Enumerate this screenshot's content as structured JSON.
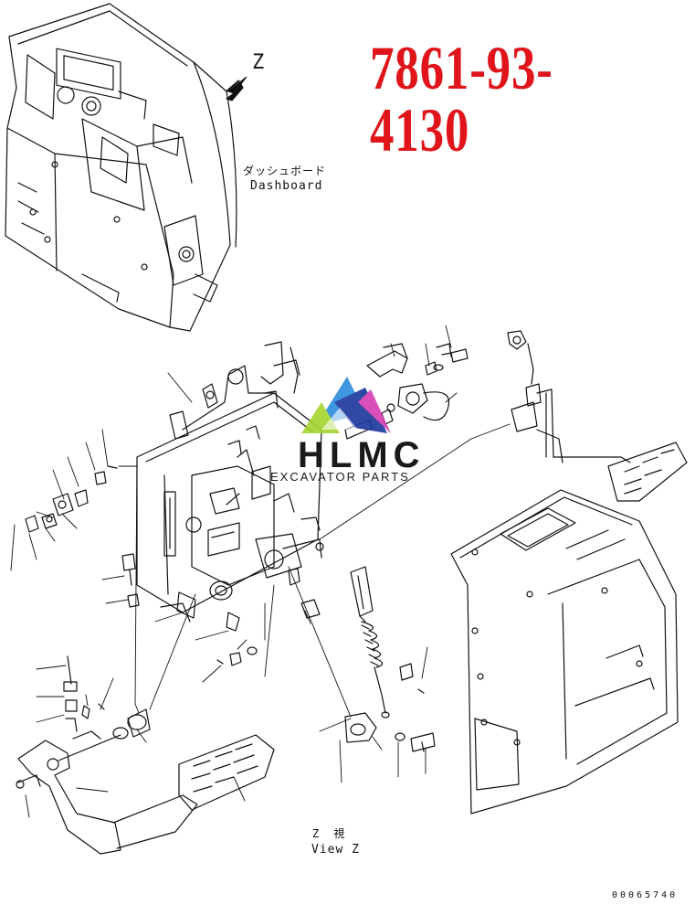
{
  "part_number": "7861-93-4130",
  "view_marker": "Z",
  "labels": {
    "dashboard_jp": "ダッシュボード",
    "dashboard_en": "Dashboard",
    "view_z_jp": "Z　視",
    "view_z_en": "View Z"
  },
  "watermark": {
    "brand": "HLMC",
    "tagline": "EXCAVATOR PARTS"
  },
  "serial_number": "00065740",
  "colors": {
    "part_number": "#e0151b",
    "line": "#111111",
    "logo_blue": "#2f8fe0",
    "logo_magenta": "#d63fb2",
    "logo_green": "#a6d632",
    "logo_navy": "#1f3a9e"
  },
  "icons": [
    "view-direction-arrow-icon",
    "hlmc-logo-icon"
  ]
}
